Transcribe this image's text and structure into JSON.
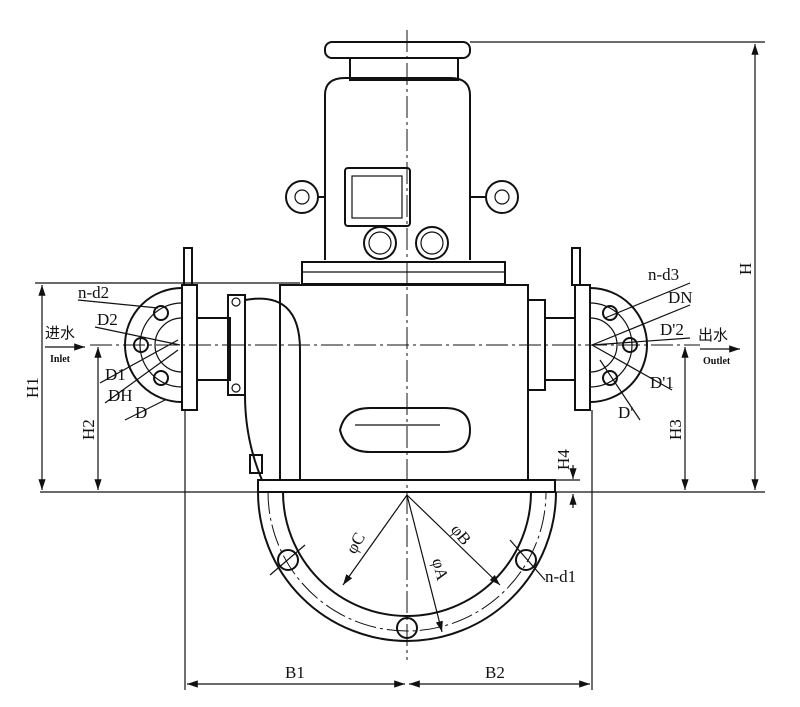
{
  "labels": {
    "n_d2": "n-d2",
    "D2": "D2",
    "inlet_cn": "进水",
    "inlet_en": "Inlet",
    "D1": "D1",
    "DH": "DH",
    "D": "D",
    "H1": "H1",
    "H2": "H2",
    "n_d3": "n-d3",
    "DN": "DN",
    "D2p": "D'2",
    "outlet_cn": "出水",
    "outlet_en": "Outlet",
    "D1p": "D'1",
    "Dp": "D'",
    "H3": "H3",
    "H": "H",
    "H4": "H4",
    "phiC": "φC",
    "phiB": "φB",
    "phiA": "φA",
    "n_d1": "n-d1",
    "B1": "B1",
    "B2": "B2"
  }
}
